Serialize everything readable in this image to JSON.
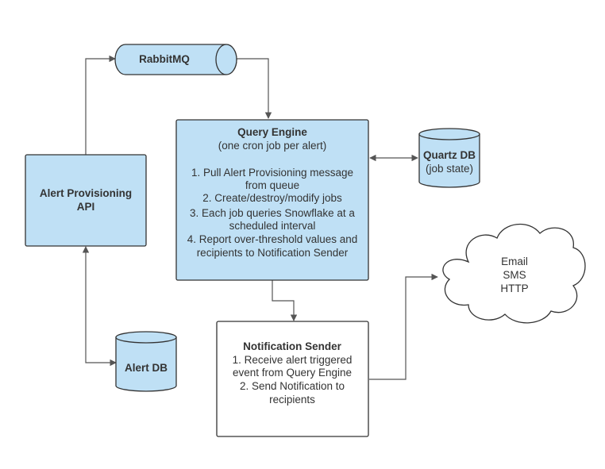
{
  "nodes": {
    "rabbitmq": {
      "label": "RabbitMQ"
    },
    "query_engine": {
      "title": "Query Engine",
      "subtitle": "(one cron job per alert)",
      "steps": [
        "1. Pull Alert Provisioning message",
        "from queue",
        "2. Create/destroy/modify jobs",
        "3. Each job queries Snowflake at a",
        "scheduled interval",
        "4. Report over-threshold values and",
        "recipients to Notification Sender"
      ]
    },
    "quartz_db": {
      "title": "Quartz DB",
      "subtitle": "(job state)"
    },
    "alert_api": {
      "lines": [
        "Alert Provisioning",
        "API"
      ]
    },
    "alert_db": {
      "label": "Alert DB"
    },
    "notification_sender": {
      "title": "Notification Sender",
      "steps": [
        "1. Receive alert triggered",
        "event from Query Engine",
        "2. Send Notification to",
        "recipients"
      ]
    },
    "channels": {
      "lines": [
        "Email",
        "SMS",
        "HTTP"
      ]
    }
  },
  "colors": {
    "fill_blue": "#bfe0f5",
    "stroke": "#333333",
    "connector": "#555555",
    "white": "#ffffff"
  }
}
